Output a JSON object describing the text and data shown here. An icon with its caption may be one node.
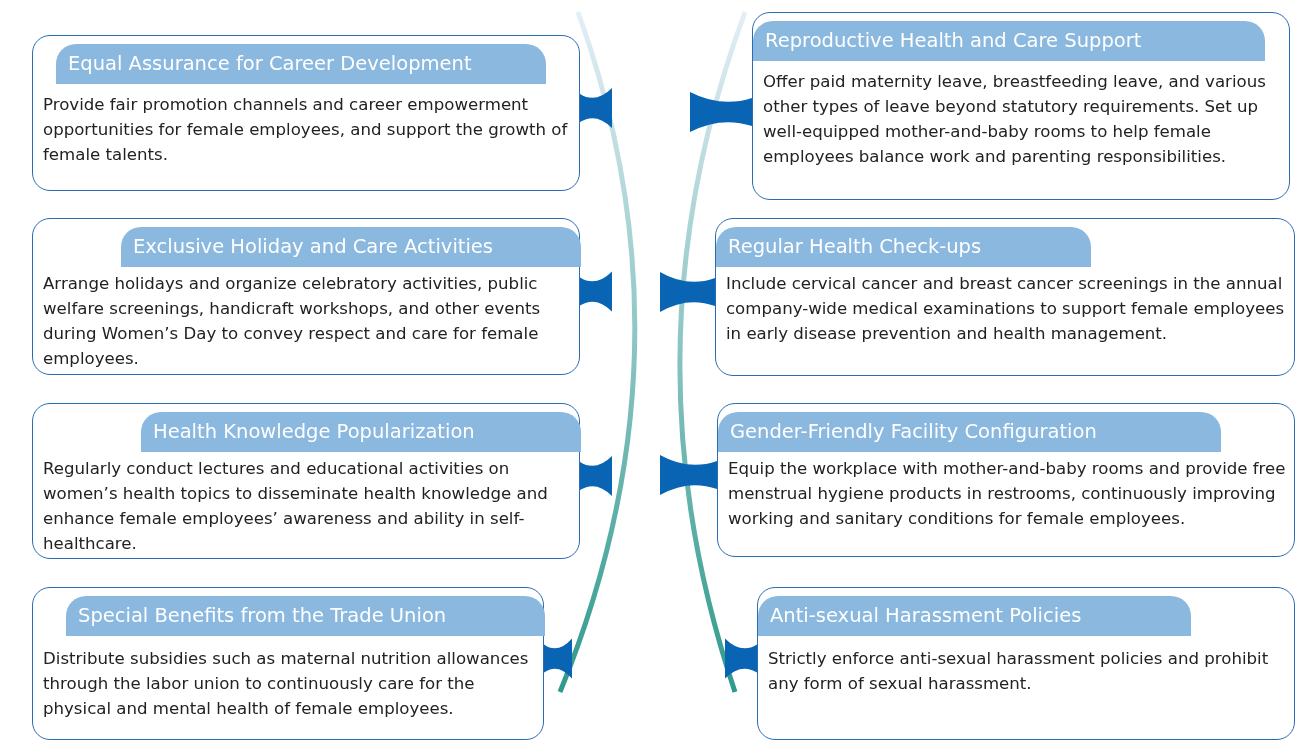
{
  "diagram": {
    "nodes": [
      {
        "text": [
          "Equal Assurance for Career Development",
          "Provide fair promotion channels and career empowerment opportunities for female employees, and support the growth of female talents."
        ]
      },
      {
        "text": [
          "Exclusive Holiday and Care Activities",
          "Arrange holidays and organize celebratory activities, public welfare screenings, handicraft workshops, and other events during Women’s Day to convey respect and care for female employees."
        ]
      },
      {
        "text": [
          "Health Knowledge Popularization",
          "Regularly conduct lectures and educational activities on women’s health topics to disseminate health knowledge and enhance female employees’ awareness and ability in self-healthcare."
        ]
      },
      {
        "text": [
          "Special Benefits from the Trade Union",
          "Distribute subsidies such as maternal nutrition allowances through the labor union to continuously care for the physical and mental health of female employees."
        ]
      },
      {
        "text": [
          "Reproductive Health and Care Support",
          "Offer paid maternity leave, breastfeeding leave, and various other types of leave beyond statutory requirements. Set up well-equipped mother-and-baby rooms to help female employees balance work and parenting responsibilities."
        ]
      },
      {
        "text": [
          "Regular Health Check-ups",
          "Include cervical cancer and breast cancer screenings in the annual company-wide medical examinations to support female employees in early disease prevention and health management."
        ]
      },
      {
        "text": [
          "Gender-Friendly Facility Configuration",
          "Equip the workplace with mother-and-baby rooms and provide free menstrual hygiene products in restrooms, continuously improving working and sanitary conditions for female employees."
        ]
      },
      {
        "text": [
          "Anti-sexual Harassment Policies",
          "Strictly enforce anti-sexual harassment policies and prohibit any form of sexual harassment."
        ]
      }
    ]
  }
}
